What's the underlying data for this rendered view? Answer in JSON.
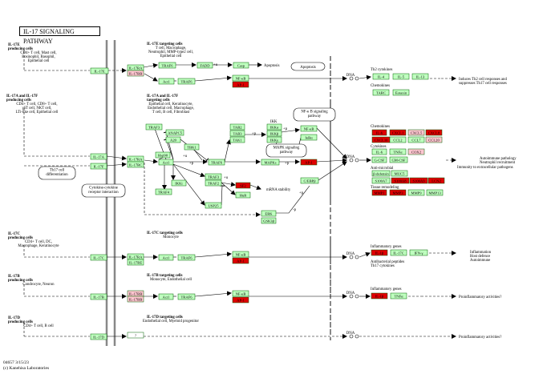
{
  "title": "IL-17 SIGNALING PATHWAY",
  "footer": {
    "code": "04657 3/15/23",
    "copyright": "(c) Kanehisa Laboratories"
  },
  "colors": {
    "green": "#bfffbf",
    "red": "#e00000",
    "pink": "#ffc6d0",
    "white": "#ffffff",
    "border": "#006400",
    "membrane": "#888888"
  },
  "section_labels": [
    {
      "key": "s17e_prod",
      "bold": "IL-17E",
      "bold2": "producing cells",
      "lines": [
        "CD4+ T cell, Mast cell,",
        "Eosinophil, Basophil,",
        "Epithelial cell"
      ]
    },
    {
      "key": "s17e_tgt",
      "bold": "IL-17E targeting cells",
      "lines": [
        "T cell, Macrophage,",
        "Neutrophil, MMP-type2 cell,",
        "Epithelial cell"
      ]
    },
    {
      "key": "s17af_prod",
      "bold": "IL-17A and IL-17F",
      "bold2": "producing cells",
      "lines": [
        "CD4+ T cell, CD8+ T cell,",
        "γδT cell, NKT cell,",
        "LTi-like cell, Epithelial cell"
      ]
    },
    {
      "key": "s17af_tgt",
      "bold": "IL-17A and IL-17F",
      "bold2": "targeting cells",
      "lines": [
        "Epithelial cell, Keratinocyte,",
        "Endothelial cell, Macrophage,",
        "T cell, B cell, Fibroblast"
      ]
    },
    {
      "key": "s17c_prod",
      "bold": "IL-17C",
      "bold2": "producing cells",
      "lines": [
        "CD4+ T cell, DC,",
        "Macrophage, Keratinocyte"
      ]
    },
    {
      "key": "s17c_tgt",
      "bold": "IL-17C targeting cells",
      "lines": [
        "Monocyte"
      ]
    },
    {
      "key": "s17b_prod",
      "bold": "IL-17B",
      "bold2": "producing cells",
      "lines": [
        "Condrocyte, Neuron"
      ]
    },
    {
      "key": "s17b_tgt",
      "bold": "IL-17B targeting cells",
      "lines": [
        "Monocyte, Endothelial cell"
      ]
    },
    {
      "key": "s17d_prod",
      "bold": "IL-17D",
      "bold2": "producing cells",
      "lines": [
        "CD4+ T cell, B cell"
      ]
    },
    {
      "key": "s17d_tgt",
      "bold": "IL-17D targeting cells",
      "lines": [
        "Endothelial cell, Myeloid progenitor"
      ]
    }
  ],
  "genes": [
    {
      "key": "il17e",
      "label": "IL-17E",
      "c": "green"
    },
    {
      "key": "il17ra1",
      "label": "IL-17RA",
      "c": "green"
    },
    {
      "key": "il17rb1",
      "label": "IL-17RB",
      "c": "pink"
    },
    {
      "key": "traf6a",
      "label": "TRAF6",
      "c": "green"
    },
    {
      "key": "fadd",
      "label": "FADD",
      "c": "green"
    },
    {
      "key": "casp",
      "label": "Casp",
      "c": "green"
    },
    {
      "key": "act1a",
      "label": "Act1",
      "c": "green"
    },
    {
      "key": "traf6b",
      "label": "TRAF6",
      "c": "green"
    },
    {
      "key": "nfkb1",
      "label": "NF-κB",
      "c": "green"
    },
    {
      "key": "ap1a",
      "label": "AP-1",
      "c": "red"
    },
    {
      "key": "il4",
      "label": "IL-4",
      "c": "green"
    },
    {
      "key": "il5",
      "label": "IL-5",
      "c": "green"
    },
    {
      "key": "il13",
      "label": "IL-13",
      "c": "green"
    },
    {
      "key": "tarc",
      "label": "TARC",
      "c": "green"
    },
    {
      "key": "eotaxin",
      "label": "Eotaxin",
      "c": "green"
    },
    {
      "key": "il17a",
      "label": "IL-17A",
      "c": "green"
    },
    {
      "key": "il17f",
      "label": "IL-17F",
      "c": "green"
    },
    {
      "key": "il17ra2",
      "label": "IL-17RA",
      "c": "green"
    },
    {
      "key": "il17rc",
      "label": "IL-17RC",
      "c": "green"
    },
    {
      "key": "traf3a",
      "label": "TRAF3",
      "c": "green"
    },
    {
      "key": "anapc5",
      "label": "ANAPC5",
      "c": "green"
    },
    {
      "key": "a20",
      "label": "A20",
      "c": "green"
    },
    {
      "key": "hsp90",
      "label": "Hsp90",
      "c": "green"
    },
    {
      "key": "act1b",
      "label": "Act1",
      "c": "green"
    },
    {
      "key": "tbk1",
      "label": "TBK1",
      "c": "green"
    },
    {
      "key": "traf6c",
      "label": "TRAF6",
      "c": "green"
    },
    {
      "key": "ikki",
      "label": "IKKi",
      "c": "green"
    },
    {
      "key": "traf4",
      "label": "TRAF4",
      "c": "green"
    },
    {
      "key": "traf3b",
      "label": "TRAF3",
      "c": "green"
    },
    {
      "key": "traf2",
      "label": "TRAF2",
      "c": "green"
    },
    {
      "key": "usp25",
      "label": "USP25",
      "c": "green"
    },
    {
      "key": "sf2",
      "label": "SF2",
      "c": "red"
    },
    {
      "key": "hur",
      "label": "HuR",
      "c": "green"
    },
    {
      "key": "tab2",
      "label": "TAB2",
      "c": "green"
    },
    {
      "key": "tab3",
      "label": "TAB3",
      "c": "green"
    },
    {
      "key": "tak1",
      "label": "TAK1",
      "c": "green"
    },
    {
      "key": "ikka",
      "label": "IKKα",
      "c": "green"
    },
    {
      "key": "ikkb",
      "label": "IKKβ",
      "c": "green"
    },
    {
      "key": "ikkg",
      "label": "IKKγ",
      "c": "green"
    },
    {
      "key": "nfkb2",
      "label": "NF-κB",
      "c": "green"
    },
    {
      "key": "ikba",
      "label": "IκBα",
      "c": "green"
    },
    {
      "key": "mapks",
      "label": "MAPKs",
      "c": "green"
    },
    {
      "key": "ap1b",
      "label": "AP-1",
      "c": "red"
    },
    {
      "key": "cebpb",
      "label": "C/EBPβ",
      "c": "green"
    },
    {
      "key": "erk",
      "label": "ERK",
      "c": "green"
    },
    {
      "key": "gsk3b",
      "label": "GSK3β",
      "c": "green"
    },
    {
      "key": "il6a",
      "label": "IL-6",
      "c": "red"
    },
    {
      "key": "cxcl1",
      "label": "CXCL1",
      "c": "red"
    },
    {
      "key": "cxcl5",
      "label": "CXCL5",
      "c": "pink"
    },
    {
      "key": "cxcl8",
      "label": "CXCL8",
      "c": "red"
    },
    {
      "key": "cxcl10",
      "label": "CXCL10",
      "c": "red"
    },
    {
      "key": "ccl2",
      "label": "CCL2",
      "c": "green"
    },
    {
      "key": "ccl7",
      "label": "CCL7",
      "c": "green"
    },
    {
      "key": "ccl20",
      "label": "CCL20",
      "c": "pink"
    },
    {
      "key": "il6b",
      "label": "IL-6",
      "c": "green"
    },
    {
      "key": "tnfa",
      "label": "TNFα",
      "c": "green"
    },
    {
      "key": "cox2",
      "label": "COX2",
      "c": "pink"
    },
    {
      "key": "gcsf",
      "label": "G-CSF",
      "c": "green"
    },
    {
      "key": "gmcsf",
      "label": "GM-CSF",
      "c": "green"
    },
    {
      "key": "defensin",
      "label": "β-defensin",
      "c": "green"
    },
    {
      "key": "muc5",
      "label": "MUC5",
      "c": "green"
    },
    {
      "key": "s100a7",
      "label": "S100A7",
      "c": "green"
    },
    {
      "key": "s100a8",
      "label": "S100A8",
      "c": "red"
    },
    {
      "key": "s100a9",
      "label": "S100A9",
      "c": "red"
    },
    {
      "key": "lcn2",
      "label": "LCN2",
      "c": "red"
    },
    {
      "key": "mmp1",
      "label": "MMP1",
      "c": "red"
    },
    {
      "key": "mmp3",
      "label": "MMP3",
      "c": "red"
    },
    {
      "key": "mmp9",
      "label": "MMP9",
      "c": "green"
    },
    {
      "key": "mmp13",
      "label": "MMP13",
      "c": "green"
    },
    {
      "key": "il17c",
      "label": "IL-17C",
      "c": "green"
    },
    {
      "key": "il17ra3",
      "label": "IL-17RA",
      "c": "green"
    },
    {
      "key": "il17re",
      "label": "IL-17RE",
      "c": "green"
    },
    {
      "key": "act1c",
      "label": "Act1",
      "c": "green"
    },
    {
      "key": "traf6d",
      "label": "TRAF6",
      "c": "green"
    },
    {
      "key": "nfkb3",
      "label": "NF-κB",
      "c": "green"
    },
    {
      "key": "ap1c",
      "label": "AP-1",
      "c": "red"
    },
    {
      "key": "il1b",
      "label": "IL-1β",
      "c": "red"
    },
    {
      "key": "il17cg",
      "label": "IL-17C",
      "c": "green"
    },
    {
      "key": "ifng",
      "label": "IFN-γ",
      "c": "green"
    },
    {
      "key": "il17b",
      "label": "IL-17B",
      "c": "green"
    },
    {
      "key": "il17rb2",
      "label": "IL-17RB",
      "c": "pink"
    },
    {
      "key": "il17rb3",
      "label": "IL-17RB",
      "c": "pink"
    },
    {
      "key": "act1d",
      "label": "Act1",
      "c": "green"
    },
    {
      "key": "traf6e",
      "label": "TRAF6",
      "c": "green"
    },
    {
      "key": "nfkb4",
      "label": "NF-κB",
      "c": "green"
    },
    {
      "key": "ap1d",
      "label": "AP-1",
      "c": "red"
    },
    {
      "key": "il1bb",
      "label": "IL-1β",
      "c": "red"
    },
    {
      "key": "tnfab",
      "label": "TNFα",
      "c": "green"
    },
    {
      "key": "il17d",
      "label": "IL-17D",
      "c": "green"
    },
    {
      "key": "unknown",
      "label": "?",
      "c": "white"
    }
  ],
  "ovals": [
    {
      "key": "apoptosis_oval",
      "label": "Apoptosis"
    },
    {
      "key": "nfkb_path",
      "lines": [
        "NF-κ B signaling",
        "pathway"
      ]
    },
    {
      "key": "mapk_path",
      "lines": [
        "MAPK signaling",
        "pathway"
      ]
    },
    {
      "key": "th17_diff",
      "lines": [
        "Th17 cell",
        "differentiation"
      ]
    },
    {
      "key": "cytokine_rec",
      "lines": [
        "Cytokine-cytokine",
        "receptor interaction"
      ]
    }
  ],
  "texts": [
    {
      "key": "apoptosis_lbl",
      "text": "Apoptosis"
    },
    {
      "key": "dna1",
      "text": "DNA"
    },
    {
      "key": "dna2",
      "text": "DNA"
    },
    {
      "key": "dna3",
      "text": "DNA"
    },
    {
      "key": "dna4",
      "text": "DNA"
    },
    {
      "key": "dna5",
      "text": "DNA"
    },
    {
      "key": "th2cyt",
      "text": "Th2 cytokines"
    },
    {
      "key": "chemo1",
      "text": "Chemokines"
    },
    {
      "key": "th2out1",
      "text": "Induces Th2 cell responses and"
    },
    {
      "key": "th2out2",
      "text": "suppresses Th17 cell responses"
    },
    {
      "key": "chemo2",
      "text": "Chemokines"
    },
    {
      "key": "cytok",
      "text": "Cytokines"
    },
    {
      "key": "antimic",
      "text": "Anti-microbial"
    },
    {
      "key": "tissue",
      "text": "Tissue remodeling"
    },
    {
      "key": "auto1",
      "text": "Autoimmune pathology"
    },
    {
      "key": "auto2",
      "text": "Neutrophil recruitment"
    },
    {
      "key": "auto3",
      "text": "Immunity to extracellular pathogens"
    },
    {
      "key": "ikk",
      "text": "IKK"
    },
    {
      "key": "mrna",
      "text": "mRNA stability"
    },
    {
      "key": "infl1",
      "text": "Inflammatory genes"
    },
    {
      "key": "antibac",
      "text": "Antibacterial peptides"
    },
    {
      "key": "th17cyt",
      "text": "Th17 cytokines"
    },
    {
      "key": "out17c1",
      "text": "Inflammation"
    },
    {
      "key": "out17c2",
      "text": "Host defence"
    },
    {
      "key": "out17c3",
      "text": "Autoimmune"
    },
    {
      "key": "infl2",
      "text": "Inflammatory genes"
    },
    {
      "key": "proinf1",
      "text": "Proinflammatory activities?"
    },
    {
      "key": "proinf2",
      "text": "Proinflammatory activities?"
    },
    {
      "key": "p1",
      "text": "+p"
    },
    {
      "key": "p2",
      "text": "+p"
    },
    {
      "key": "p3",
      "text": "+p"
    },
    {
      "key": "p4",
      "text": "+p"
    },
    {
      "key": "p5",
      "text": "+p"
    },
    {
      "key": "p6",
      "text": "-p"
    },
    {
      "key": "p7",
      "text": "+u"
    },
    {
      "key": "p8",
      "text": "+u"
    },
    {
      "key": "p9",
      "text": "+u"
    }
  ]
}
